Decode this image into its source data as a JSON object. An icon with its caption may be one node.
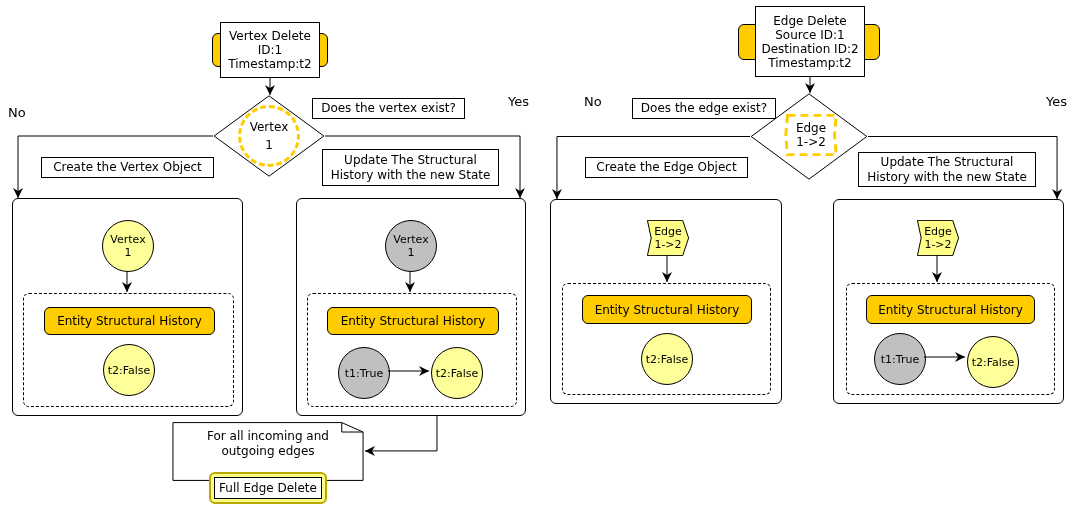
{
  "diagram": {
    "nodes": [
      {
        "text": [
          "Vertex Delete",
          "ID:1",
          "Timestamp:t2"
        ]
      },
      {
        "text": [],
        "shape": "diamond"
      },
      {
        "text": [
          "Vertex 1"
        ],
        "in": 1
      },
      {
        "text": [
          "Does the vertex exist?"
        ]
      },
      {
        "text": [
          "Create the Vertex Object"
        ]
      },
      {
        "text": [
          "Update The Structural History with the new State"
        ]
      },
      {
        "text": [],
        "shape": "box"
      },
      {
        "text": [
          "Vertex 1"
        ],
        "in": 6
      },
      {
        "text": [],
        "shape": "box",
        "in": 6
      },
      {
        "text": [
          "Entity Structural History"
        ],
        "in": 8
      },
      {
        "text": [
          "t2:False"
        ],
        "in": 8
      },
      {
        "text": [],
        "shape": "box"
      },
      {
        "text": [
          "Vertex 1"
        ],
        "in": 11
      },
      {
        "text": [],
        "shape": "box",
        "in": 11
      },
      {
        "text": [
          "Entity Structural History"
        ],
        "in": 13
      },
      {
        "text": [
          "t1:True"
        ],
        "in": 13
      },
      {
        "text": [
          "t2:False"
        ],
        "in": 13
      },
      {
        "text": [
          "For all incoming and outgoing edges"
        ]
      },
      {
        "text": [
          "Full Edge Delete"
        ]
      },
      {
        "text": [
          "Edge Delete",
          "Source ID:1",
          "Destination ID:2",
          "Timestamp:t2"
        ]
      },
      {
        "text": [],
        "shape": "diamond"
      },
      {
        "text": [
          "Edge 1->2"
        ],
        "in": 20
      },
      {
        "text": [
          "Does the edge exist?"
        ]
      },
      {
        "text": [
          "Create the Edge Object"
        ]
      },
      {
        "text": [
          "Update The Structural History with the new State"
        ]
      },
      {
        "text": [],
        "shape": "box"
      },
      {
        "text": [
          "Edge 1->2"
        ],
        "in": 25
      },
      {
        "text": [],
        "shape": "box",
        "in": 25
      },
      {
        "text": [
          "Entity Structural History"
        ],
        "in": 27
      },
      {
        "text": [
          "t2:False"
        ],
        "in": 27
      },
      {
        "text": [],
        "shape": "box"
      },
      {
        "text": [
          "Edge 1->2"
        ],
        "in": 30
      },
      {
        "text": [],
        "shape": "box",
        "in": 30
      },
      {
        "text": [
          "Entity Structural History"
        ],
        "in": 32
      },
      {
        "text": [
          "t1:True"
        ],
        "in": 32
      },
      {
        "text": [
          "t2:False"
        ],
        "in": 32
      }
    ],
    "edges": [
      {
        "from": 0,
        "to": 1,
        "arrow": "to"
      },
      {
        "from": 1,
        "to": 6,
        "arrow": "to"
      },
      {
        "from": 1,
        "to": 11,
        "arrow": "to"
      },
      {
        "from": 7,
        "to": 8,
        "arrow": "to"
      },
      {
        "from": 12,
        "to": 13,
        "arrow": "to"
      },
      {
        "from": 15,
        "to": 16,
        "arrow": "to"
      },
      {
        "from": 11,
        "to": 17,
        "arrow": "to"
      },
      {
        "from": 19,
        "to": 20,
        "arrow": "to"
      },
      {
        "from": 20,
        "to": 25,
        "arrow": "to"
      },
      {
        "from": 20,
        "to": 30,
        "arrow": "to"
      },
      {
        "from": 26,
        "to": 27,
        "arrow": "to"
      },
      {
        "from": 31,
        "to": 32,
        "arrow": "to"
      },
      {
        "from": 34,
        "to": 35,
        "arrow": "to"
      }
    ],
    "labels": [
      "No",
      "Yes",
      "No",
      "Yes"
    ]
  }
}
